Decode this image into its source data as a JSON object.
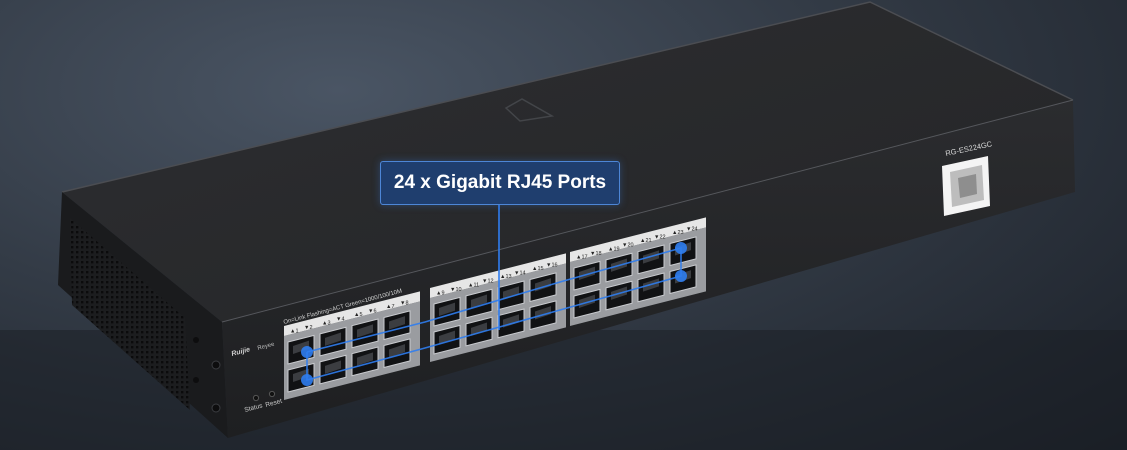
{
  "callout": {
    "text": "24 x Gigabit RJ45 Ports"
  },
  "device": {
    "brand_primary": "Ruijie",
    "brand_secondary": "Reyee",
    "model": "RG-ES224GC",
    "led_legend": "On=Link   Flashing=ACT   Green=1000/100/10M",
    "status_label": "Status",
    "reset_label": "Reset",
    "port_numbers": {
      "group1_top": [
        "1",
        "3",
        "5",
        "7"
      ],
      "group1_bottom": [
        "2",
        "4",
        "6",
        "8"
      ],
      "group2_top": [
        "9",
        "11",
        "13",
        "15"
      ],
      "group2_bottom": [
        "10",
        "12",
        "14",
        "16"
      ],
      "group3_top": [
        "17",
        "19",
        "21",
        "23"
      ],
      "group3_bottom": [
        "18",
        "20",
        "22",
        "24"
      ]
    }
  },
  "colors": {
    "accent": "#2f7df0",
    "callout_bg": "#1f3e6e",
    "chassis": "#2a2b2e"
  },
  "icons": [
    "triangle-logo-icon",
    "qr-code-icon",
    "vent-grille-icon"
  ]
}
